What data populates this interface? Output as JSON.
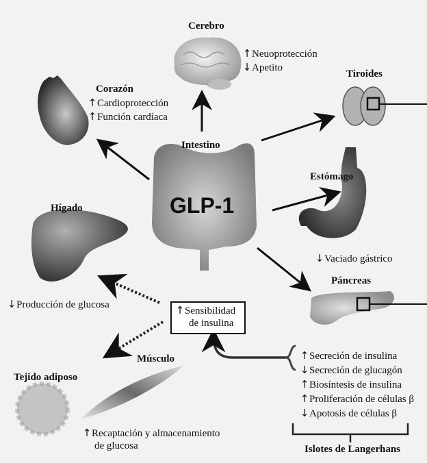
{
  "diagram": {
    "center": {
      "organ": "Intestino",
      "hormone": "GLP-1"
    },
    "organs": {
      "brain": {
        "title": "Cerebro",
        "effects": [
          {
            "dir": "up",
            "text": "Neuoprotección"
          },
          {
            "dir": "down",
            "text": "Apetito"
          }
        ]
      },
      "heart": {
        "title": "Corazón",
        "effects": [
          {
            "dir": "up",
            "text": "Cardioprotección"
          },
          {
            "dir": "up",
            "text": "Función cardíaca"
          }
        ]
      },
      "thyroid": {
        "title": "Tiroides"
      },
      "stomach": {
        "title": "Estómago",
        "effects": [
          {
            "dir": "down",
            "text": "Vaciado gástrico"
          }
        ]
      },
      "liver": {
        "title": "Hígado",
        "effects": [
          {
            "dir": "down",
            "text": "Producción de glucosa"
          }
        ]
      },
      "pancreas": {
        "title": "Páncreas"
      },
      "muscle": {
        "title": "Músculo"
      },
      "adipose": {
        "title": "Tejido adiposo"
      },
      "peripheral": {
        "effects": [
          {
            "dir": "up",
            "text_line1": "Recaptación y almacenamiento",
            "text_line2": "de glucosa"
          }
        ]
      }
    },
    "insulin_sensitivity": {
      "dir": "up",
      "line1": "Sensibilidad",
      "line2": "de insulina"
    },
    "islets": {
      "title": "Islotes de Langerhans",
      "effects": [
        {
          "dir": "up",
          "text": "Secreción de insulina"
        },
        {
          "dir": "down",
          "text": "Secreción de glucagón"
        },
        {
          "dir": "up",
          "text": "Biosíntesis de insulina"
        },
        {
          "dir": "up",
          "text": "Proliferación de células β"
        },
        {
          "dir": "down",
          "text": "Apotosis de células β"
        }
      ]
    },
    "arrows": {
      "up": "↑",
      "down": "↓"
    }
  }
}
